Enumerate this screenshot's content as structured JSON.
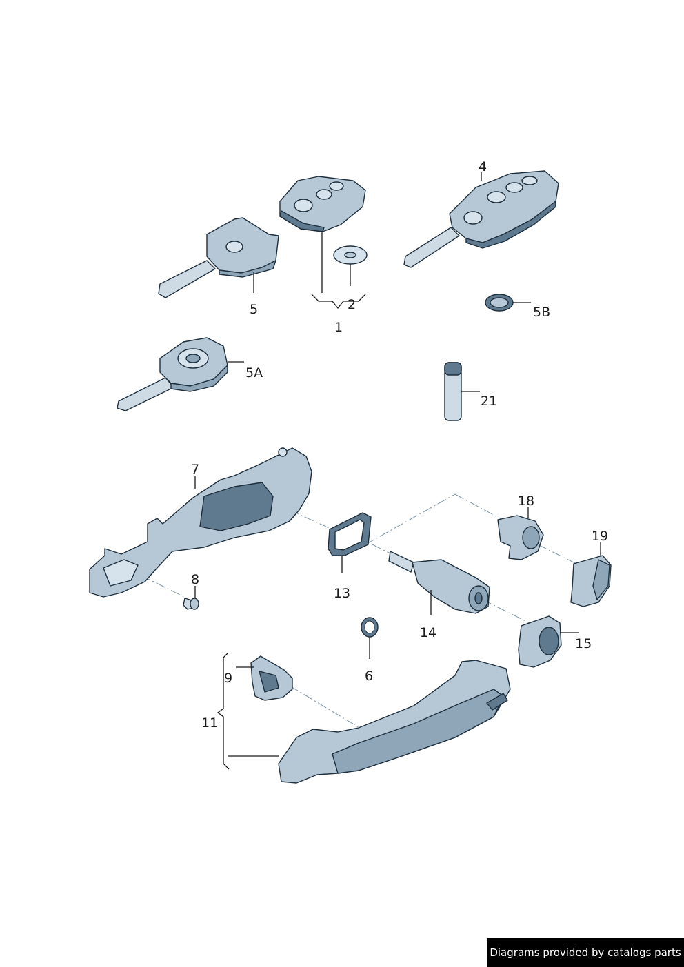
{
  "labels": {
    "p1": "1",
    "p2": "2",
    "p4": "4",
    "p5": "5",
    "p5a": "5A",
    "p5b": "5B",
    "p6": "6",
    "p7": "7",
    "p8": "8",
    "p9": "9",
    "p11": "11",
    "p13": "13",
    "p14": "14",
    "p15": "15",
    "p18": "18",
    "p19": "19",
    "p21": "21"
  },
  "watermark": "Diagrams provided by catalogs parts",
  "colors": {
    "part_fill": "#b6c8d6",
    "part_shadow": "#5f7a8f",
    "outline": "#1e2f3d",
    "watermark_bg": "#000000"
  }
}
